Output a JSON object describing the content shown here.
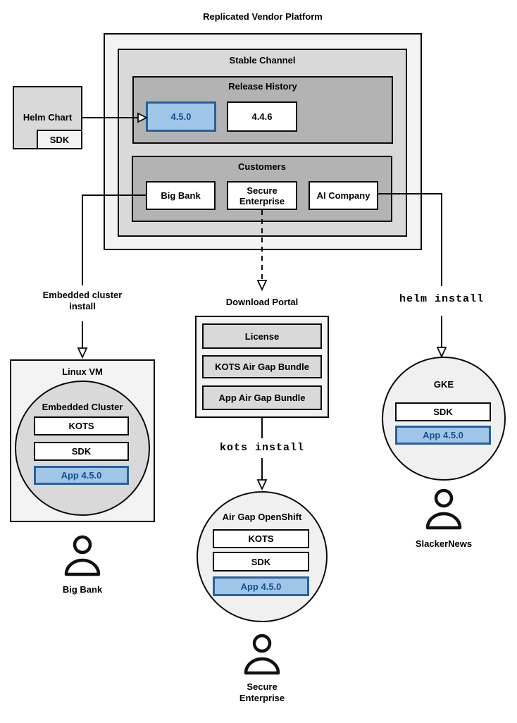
{
  "diagram_title": "Replicated Vendor Platform",
  "colors": {
    "highlight_fill": "#9fc5e8",
    "highlight_border": "#2a6099",
    "highlight_text": "#17508e"
  },
  "platform": {
    "stable_channel_label": "Stable Channel",
    "release_history": {
      "label": "Release History",
      "current_release": "4.5.0",
      "previous_release": "4.4.6"
    },
    "customers": {
      "label": "Customers",
      "big_bank": "Big Bank",
      "secure_enterprise": "Secure\nEnterprise",
      "ai_company": "AI Company"
    }
  },
  "helm_chart": {
    "label": "Helm Chart",
    "sdk_label": "SDK"
  },
  "left_flow": {
    "arrow_label": "Embedded cluster\ninstall",
    "vm_label": "Linux VM",
    "cluster_label": "Embedded Cluster",
    "kots": "KOTS",
    "sdk": "SDK",
    "app": "App 4.5.0",
    "user": "Big Bank"
  },
  "middle_flow": {
    "portal_label": "Download Portal",
    "license": "License",
    "kots_bundle": "KOTS Air Gap Bundle",
    "app_bundle": "App Air Gap Bundle",
    "command": "kots install",
    "cluster_label": "Air Gap OpenShift",
    "kots": "KOTS",
    "sdk": "SDK",
    "app": "App 4.5.0",
    "user": "Secure\nEnterprise"
  },
  "right_flow": {
    "command": "helm install",
    "cluster_label": "GKE",
    "sdk": "SDK",
    "app": "App 4.5.0",
    "user": "SlackerNews"
  }
}
